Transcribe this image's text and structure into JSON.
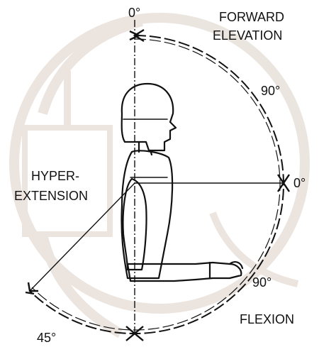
{
  "watermark": {
    "description": "faint university seal watermark in background"
  },
  "labels": {
    "top_zero": "0°",
    "forward_line1": "FORWARD",
    "forward_line2": "ELEVATION",
    "upper_ninety": "90°",
    "right_zero": "0°",
    "hyper_line1": "HYPER-",
    "hyper_line2": "EXTENSION",
    "lower_ninety": "90°",
    "flexion": "FLEXION",
    "forty_five": "45°"
  },
  "colors": {
    "ink": "#111111",
    "watermark": "#e9e2dc"
  }
}
